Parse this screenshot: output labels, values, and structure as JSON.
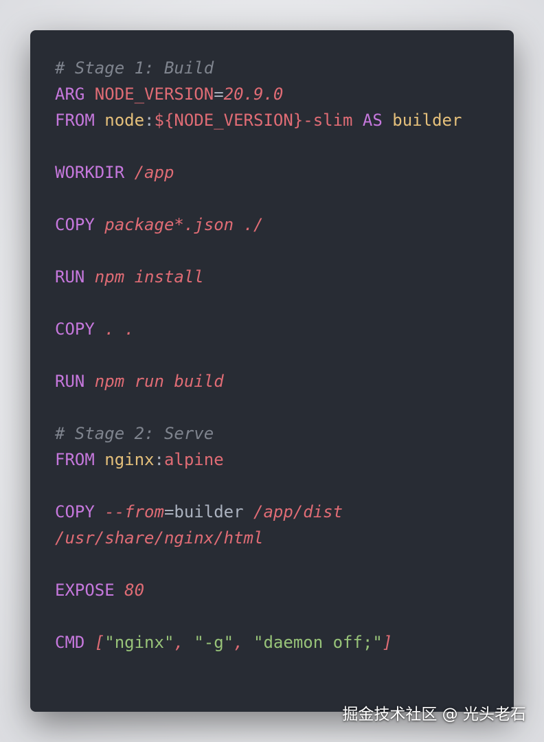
{
  "code": {
    "language": "dockerfile",
    "lines": [
      [
        {
          "t": "comment",
          "v": "# Stage 1: Build"
        }
      ],
      [
        {
          "t": "keyword",
          "v": "ARG "
        },
        {
          "t": "var",
          "v": "NODE_VERSION"
        },
        {
          "t": "plain",
          "v": "="
        },
        {
          "t": "italic",
          "v": "20.9.0"
        }
      ],
      [
        {
          "t": "keyword",
          "v": "FROM "
        },
        {
          "t": "image",
          "v": "node"
        },
        {
          "t": "plain",
          "v": ":"
        },
        {
          "t": "var",
          "v": "${NODE_VERSION}-slim"
        },
        {
          "t": "keyword",
          "v": " AS "
        },
        {
          "t": "image",
          "v": "builder"
        }
      ],
      [],
      [
        {
          "t": "keyword",
          "v": "WORKDIR "
        },
        {
          "t": "italic",
          "v": "/app"
        }
      ],
      [],
      [
        {
          "t": "keyword",
          "v": "COPY "
        },
        {
          "t": "italic",
          "v": "package*.json ./"
        }
      ],
      [],
      [
        {
          "t": "keyword",
          "v": "RUN "
        },
        {
          "t": "italic",
          "v": "npm install"
        }
      ],
      [],
      [
        {
          "t": "keyword",
          "v": "COPY "
        },
        {
          "t": "italic",
          "v": ". ."
        }
      ],
      [],
      [
        {
          "t": "keyword",
          "v": "RUN "
        },
        {
          "t": "italic",
          "v": "npm run build"
        }
      ],
      [],
      [
        {
          "t": "comment",
          "v": "# Stage 2: Serve"
        }
      ],
      [
        {
          "t": "keyword",
          "v": "FROM "
        },
        {
          "t": "image",
          "v": "nginx"
        },
        {
          "t": "plain",
          "v": ":"
        },
        {
          "t": "var",
          "v": "alpine"
        }
      ],
      [],
      [
        {
          "t": "keyword",
          "v": "COPY "
        },
        {
          "t": "italic",
          "v": "--from"
        },
        {
          "t": "plain",
          "v": "=builder "
        },
        {
          "t": "italic",
          "v": "/app/dist"
        }
      ],
      [
        {
          "t": "italic",
          "v": "/usr/share/nginx/html"
        }
      ],
      [],
      [
        {
          "t": "keyword",
          "v": "EXPOSE "
        },
        {
          "t": "italic",
          "v": "80"
        }
      ],
      [],
      [
        {
          "t": "keyword",
          "v": "CMD "
        },
        {
          "t": "italic",
          "v": "["
        },
        {
          "t": "string",
          "v": "\"nginx\""
        },
        {
          "t": "italic",
          "v": ", "
        },
        {
          "t": "string",
          "v": "\"-g\""
        },
        {
          "t": "italic",
          "v": ", "
        },
        {
          "t": "string",
          "v": "\"daemon off;\""
        },
        {
          "t": "italic",
          "v": "]"
        }
      ]
    ]
  },
  "watermark": "掘金技术社区 @ 光头老石",
  "colors": {
    "background": "#282c34",
    "comment": "#7f848e",
    "keyword": "#c678dd",
    "variable": "#e06c75",
    "image": "#e5c07b",
    "string": "#98c379",
    "plain": "#abb2bf"
  }
}
